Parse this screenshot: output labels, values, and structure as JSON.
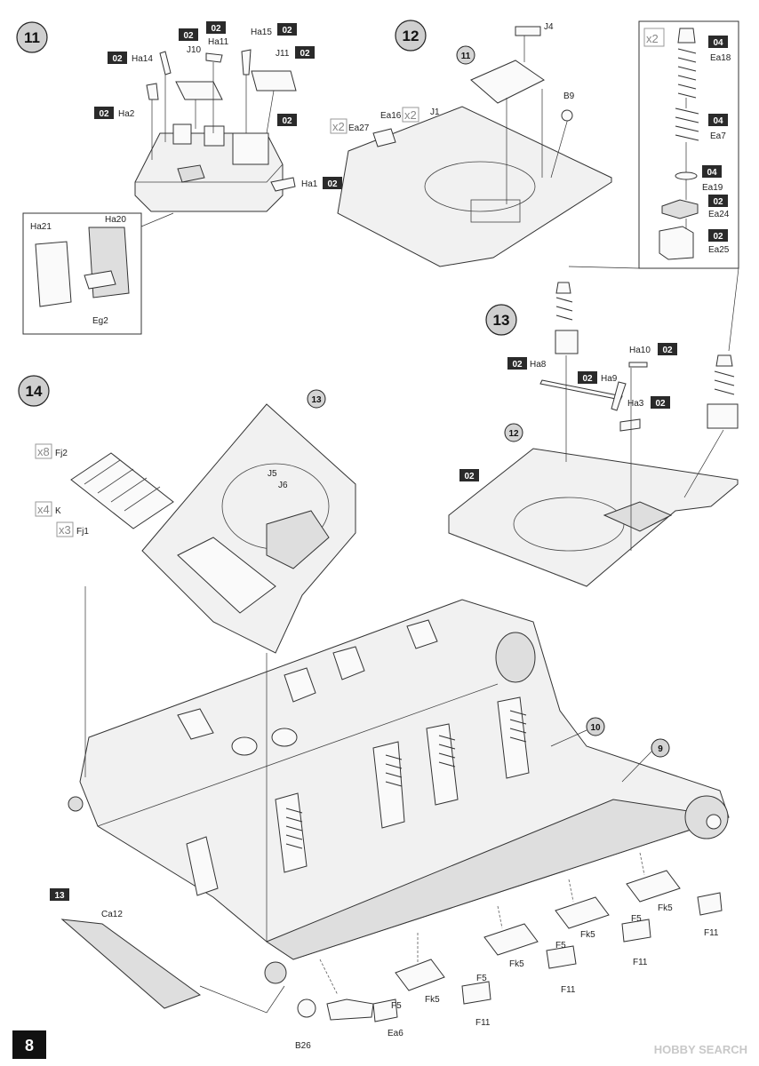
{
  "page_number": "8",
  "steps": {
    "step11": "11",
    "step12": "12",
    "step13": "13",
    "step14": "14"
  },
  "refs": {
    "ref9": "9",
    "ref10": "10",
    "ref11": "11",
    "ref12": "12",
    "ref13": "13",
    "ref13_box": "13"
  },
  "paint_codes": {
    "c02": "02",
    "c04": "04"
  },
  "quantities": {
    "x2": "x2",
    "x3": "x3",
    "x4": "x4",
    "x8": "x8"
  },
  "parts": {
    "Ha14": "Ha14",
    "J10": "J10",
    "Ha11": "Ha11",
    "Ha15": "Ha15",
    "J11": "J11",
    "Ha2": "Ha2",
    "Ha1": "Ha1",
    "Ha21": "Ha21",
    "Ha20": "Ha20",
    "Eg2": "Eg2",
    "J4": "J4",
    "J1": "J1",
    "B9": "B9",
    "Ea16": "Ea16",
    "Ea27": "Ea27",
    "Ea18": "Ea18",
    "Ea7": "Ea7",
    "Ea19": "Ea19",
    "Ea24": "Ea24",
    "Ea25": "Ea25",
    "Ha10": "Ha10",
    "Ha8": "Ha8",
    "Ha9": "Ha9",
    "Ha3": "Ha3",
    "Fj2": "Fj2",
    "K": "K",
    "Fj1": "Fj1",
    "J5": "J5",
    "J6": "J6",
    "Ca12": "Ca12",
    "B26": "B26",
    "Ea6": "Ea6",
    "F5": "F5",
    "Fk5": "Fk5",
    "F11": "F11"
  },
  "watermark": "HOBBY SEARCH",
  "colors": {
    "badge": "#2a2a2a",
    "step_circle": "#cfcfcf",
    "line": "#333333"
  }
}
